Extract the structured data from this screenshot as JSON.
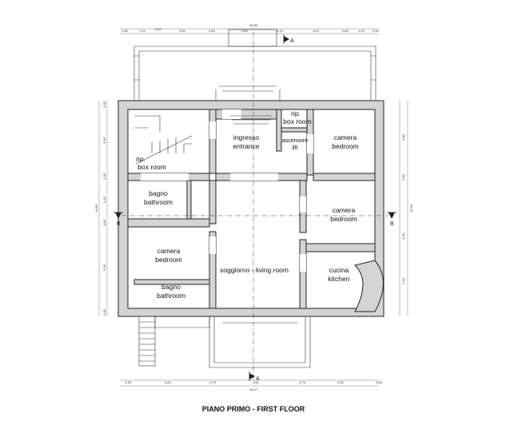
{
  "title": "PIANO PRIMO - FIRST FLOOR",
  "section_marks": {
    "top": "A",
    "bottom": "A",
    "left": "B",
    "right": "B"
  },
  "rooms": [
    {
      "line1": "rip.",
      "line2": "box room"
    },
    {
      "line1": "ingresso",
      "line2": "entrance"
    },
    {
      "line1": "rip.",
      "line2": "box room"
    },
    {
      "line1": "ascensore",
      "line2": "lift"
    },
    {
      "line1": "camera",
      "line2": "bedroom"
    },
    {
      "line1": "bagno",
      "line2": "bathroom"
    },
    {
      "line1": "camera",
      "line2": "bedroom"
    },
    {
      "line1": "camera",
      "line2": "bedroom"
    },
    {
      "line1": "soggiorno - living room",
      "line2": ""
    },
    {
      "line1": "cucina",
      "line2": "kitchen"
    },
    {
      "line1": "bagno",
      "line2": "bathroom"
    }
  ],
  "dimensions": {
    "top_total": "16,85",
    "top_row": [
      "0,80",
      "1,20",
      "0,10",
      "3,50",
      "0,80",
      "3,60",
      "0,75",
      "4,20",
      "0,80",
      "1,20",
      "0,90"
    ],
    "bottom_row": [
      "0,38",
      "4,60",
      "0,75",
      "3,60",
      "0,75",
      "5,50",
      "0,80"
    ],
    "bottom_total": "16,27",
    "left_col": [
      "0,80",
      "3,90",
      "0,40",
      "4,90",
      "0,80",
      "3,30",
      "0,80"
    ],
    "left_total": "14,85",
    "right_col": [
      "3,80",
      "3,80",
      "4,40",
      "3,60"
    ],
    "right_total": "15,65"
  }
}
